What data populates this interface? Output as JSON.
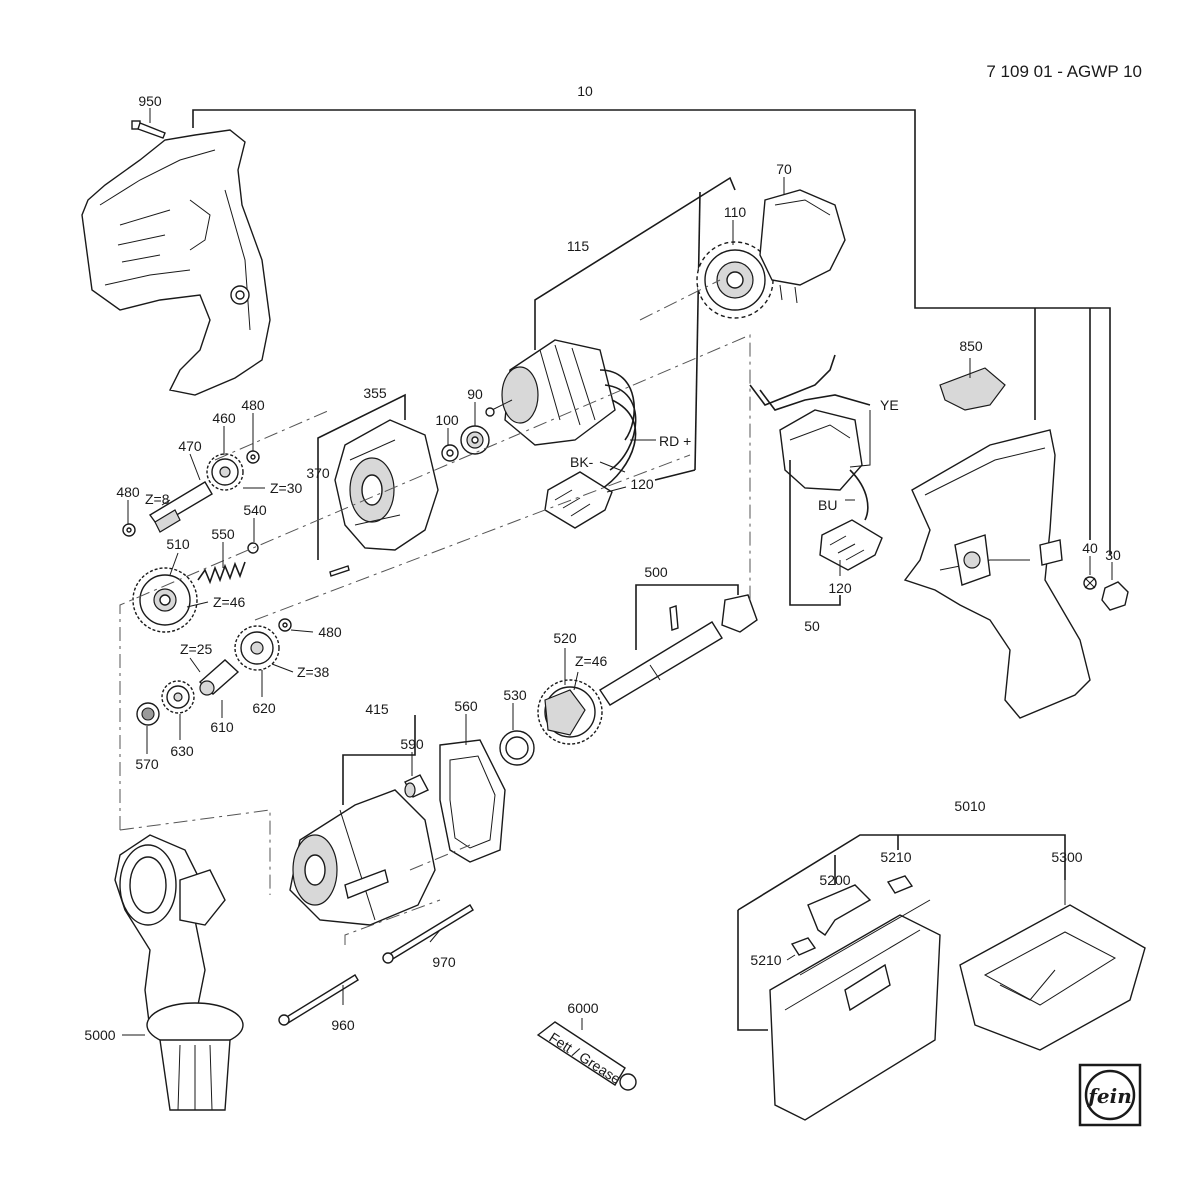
{
  "document": {
    "id": "7 109 01 - AGWP 10"
  },
  "parts": [
    {
      "key": "p950",
      "label": "950"
    },
    {
      "key": "p10",
      "label": "10"
    },
    {
      "key": "p70",
      "label": "70"
    },
    {
      "key": "p110",
      "label": "110"
    },
    {
      "key": "p115",
      "label": "115"
    },
    {
      "key": "p355",
      "label": "355"
    },
    {
      "key": "p90",
      "label": "90"
    },
    {
      "key": "p100",
      "label": "100"
    },
    {
      "key": "p480a",
      "label": "480"
    },
    {
      "key": "p460",
      "label": "460"
    },
    {
      "key": "p470",
      "label": "470"
    },
    {
      "key": "p480b",
      "label": "480"
    },
    {
      "key": "p370",
      "label": "370"
    },
    {
      "key": "p540",
      "label": "540"
    },
    {
      "key": "p550",
      "label": "550"
    },
    {
      "key": "p510",
      "label": "510"
    },
    {
      "key": "p480c",
      "label": "480"
    },
    {
      "key": "p620",
      "label": "620"
    },
    {
      "key": "p610",
      "label": "610"
    },
    {
      "key": "p630",
      "label": "630"
    },
    {
      "key": "p570",
      "label": "570"
    },
    {
      "key": "p120a",
      "label": "120"
    },
    {
      "key": "p850",
      "label": "850"
    },
    {
      "key": "p120b",
      "label": "120"
    },
    {
      "key": "p50",
      "label": "50"
    },
    {
      "key": "p40",
      "label": "40"
    },
    {
      "key": "p30",
      "label": "30"
    },
    {
      "key": "p500",
      "label": "500"
    },
    {
      "key": "p520",
      "label": "520"
    },
    {
      "key": "p530",
      "label": "530"
    },
    {
      "key": "p560",
      "label": "560"
    },
    {
      "key": "p415",
      "label": "415"
    },
    {
      "key": "p590",
      "label": "590"
    },
    {
      "key": "p970",
      "label": "970"
    },
    {
      "key": "p960",
      "label": "960"
    },
    {
      "key": "p5000",
      "label": "5000"
    },
    {
      "key": "p6000",
      "label": "6000"
    },
    {
      "key": "p5010",
      "label": "5010"
    },
    {
      "key": "p5210a",
      "label": "5210"
    },
    {
      "key": "p5200",
      "label": "5200"
    },
    {
      "key": "p5300",
      "label": "5300"
    },
    {
      "key": "p5210b",
      "label": "5210"
    }
  ],
  "teeth": {
    "z8": "Z=8",
    "z30": "Z=30",
    "z46a": "Z=46",
    "z25": "Z=25",
    "z38": "Z=38",
    "z46b": "Z=46"
  },
  "wires": {
    "rd": "RD +",
    "bk": "BK-",
    "ye": "YE",
    "bu": "BU"
  },
  "grease_text": "Fett / Grease",
  "logo_text": "fein"
}
